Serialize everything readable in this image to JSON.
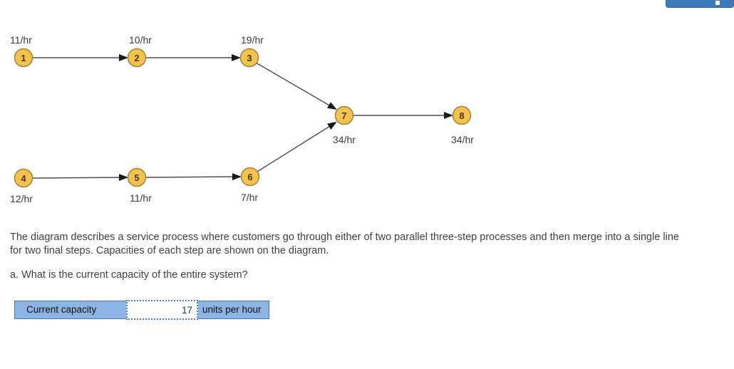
{
  "header": {
    "cut_off_button": {
      "color": "#3a7abd"
    }
  },
  "diagram": {
    "nodes": [
      {
        "id": "1",
        "capacity": "11/hr"
      },
      {
        "id": "2",
        "capacity": "10/hr"
      },
      {
        "id": "3",
        "capacity": "19/hr"
      },
      {
        "id": "4",
        "capacity": "12/hr"
      },
      {
        "id": "5",
        "capacity": "11/hr"
      },
      {
        "id": "6",
        "capacity": "7/hr"
      },
      {
        "id": "7",
        "capacity": "34/hr"
      },
      {
        "id": "8",
        "capacity": "34/hr"
      }
    ],
    "edges": [
      "1-2",
      "2-3",
      "3-7",
      "4-5",
      "5-6",
      "6-7",
      "7-8"
    ],
    "node_fill": "#f3c24f",
    "node_border": "#a3813a",
    "arrow_color": "#4d4d4d"
  },
  "description": "The diagram describes a service process where customers go through either of two parallel three-step processes and then merge into a single line for two final steps. Capacities of each step are shown on the diagram.",
  "question": "a. What is the current capacity of the entire system?",
  "answer": {
    "label": "Current capacity",
    "value": "17",
    "unit": "units per hour",
    "bar_fill": "#8db4e2",
    "bar_border": "#4376b9"
  }
}
